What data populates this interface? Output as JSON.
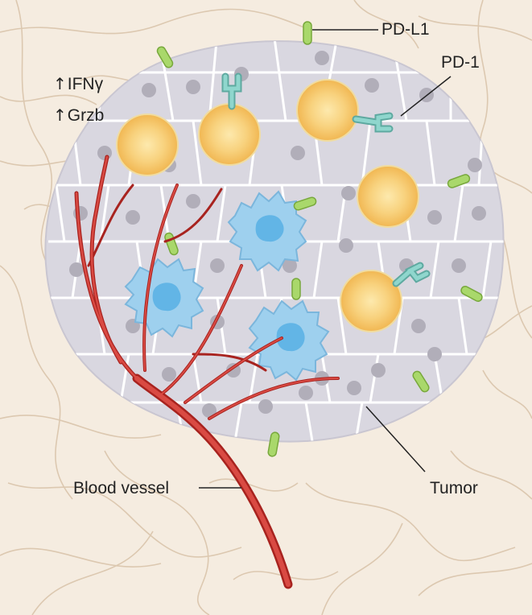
{
  "labels": {
    "pd_l1": "PD-L1",
    "pd_1": "PD-1",
    "ifn": "IFNγ",
    "grzb": "Grzb",
    "blood_vessel": "Blood vessel",
    "tumor": "Tumor",
    "up_arrow": "↑"
  },
  "colors": {
    "background": "#f5ece0",
    "fibers": "#dcc8b0",
    "tumor_cell": "#d9d7e0",
    "tumor_border": "#ffffff",
    "nucleus": "#b1aeb9",
    "t_cell": "#f5c46b",
    "t_cell_center": "#fbe5a6",
    "macrophage": "#9ed0ee",
    "macrophage_nucleus": "#5fb4e6",
    "pd_l1": "#a9d86b",
    "pd_1": "#7fcfc4",
    "vessel": "#c8322e",
    "leader": "#222222"
  }
}
